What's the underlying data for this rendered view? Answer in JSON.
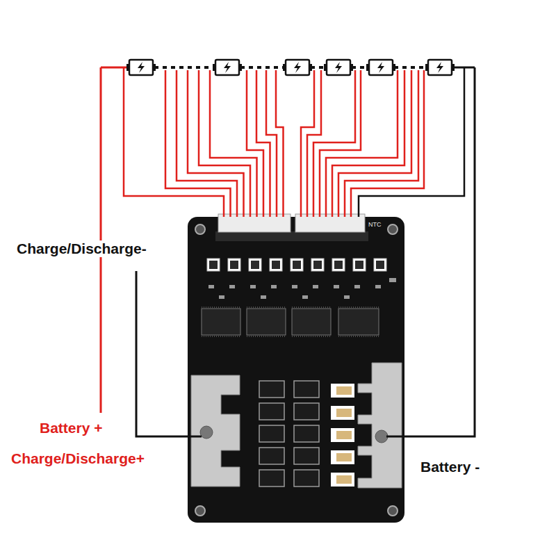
{
  "diagram": {
    "labels": [
      "Charge/Discharge-",
      "Battery +",
      "Charge/Discharge+",
      "Battery -",
      "NTC"
    ]
  }
}
